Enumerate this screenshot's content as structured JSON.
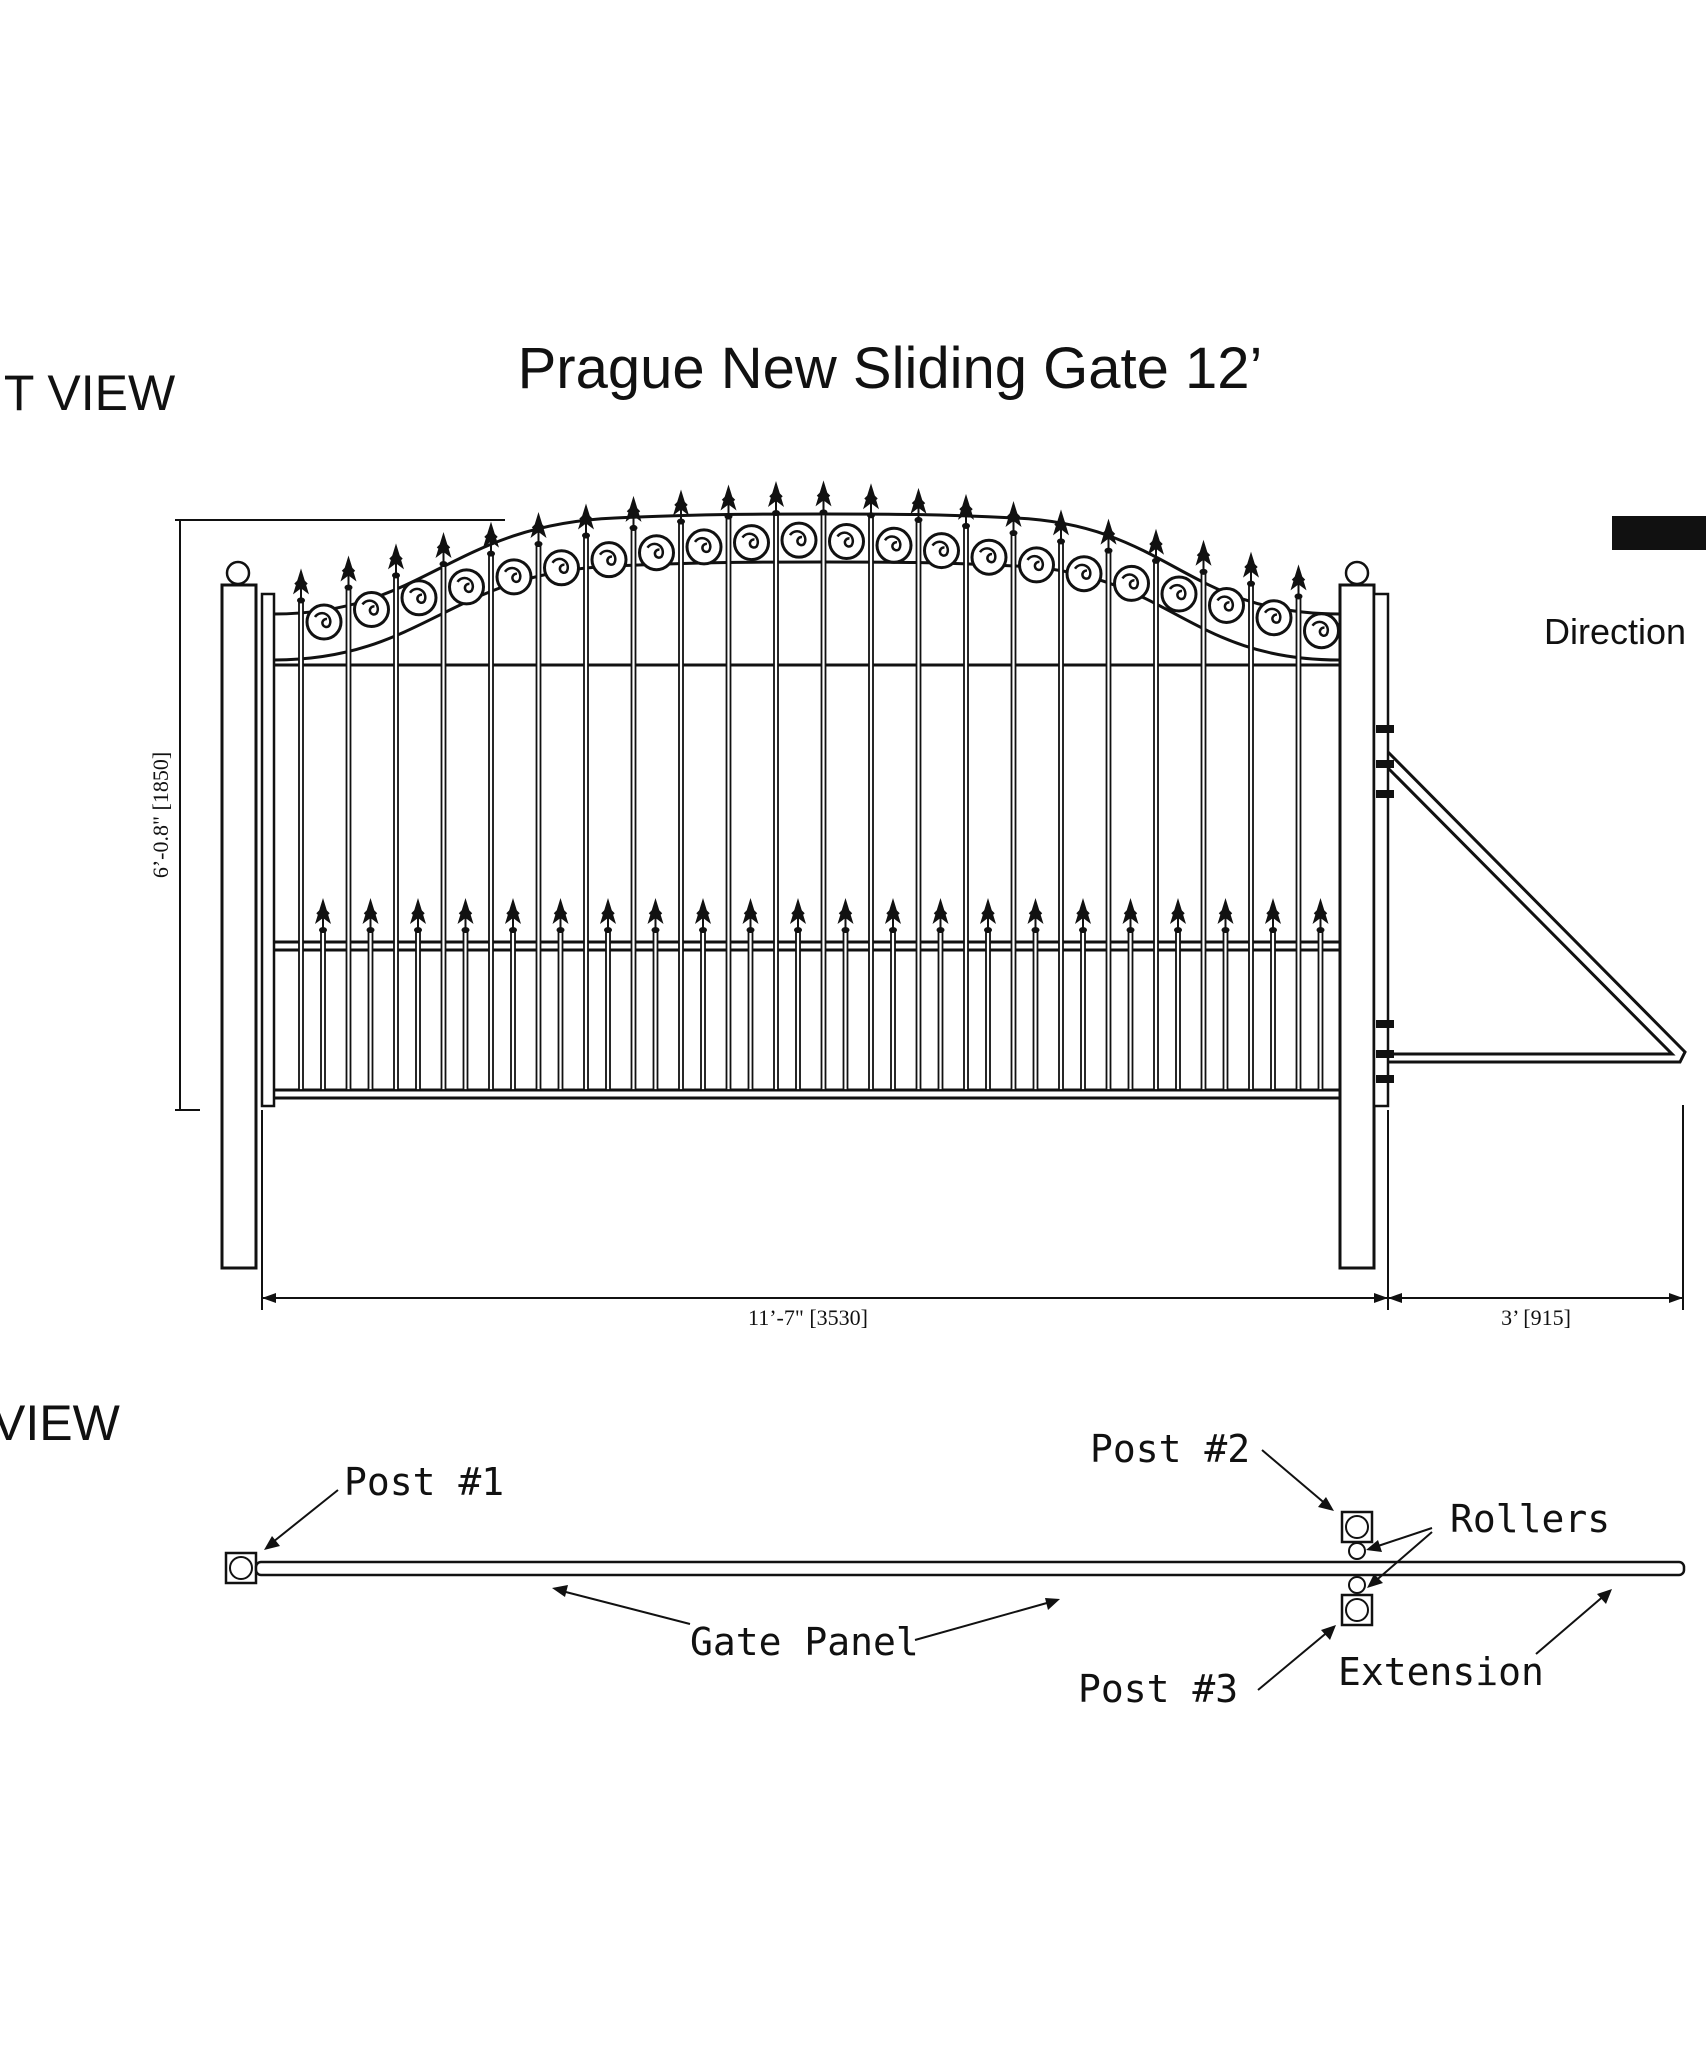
{
  "title": "Prague New Sliding Gate 12’",
  "front_view_label": "IT VIEW",
  "top_view_label": "VIEW",
  "direction_label": "Direction",
  "dimensions": {
    "height": "6’-0.8\" [1850]",
    "width": "11’-7\"  [3530]",
    "extension": "3’  [915]"
  },
  "callouts": {
    "post1": "Post #1",
    "post2": "Post #2",
    "post3": "Post #3",
    "rollers": "Rollers",
    "gate_panel": "Gate Panel",
    "extension": "Extension"
  }
}
